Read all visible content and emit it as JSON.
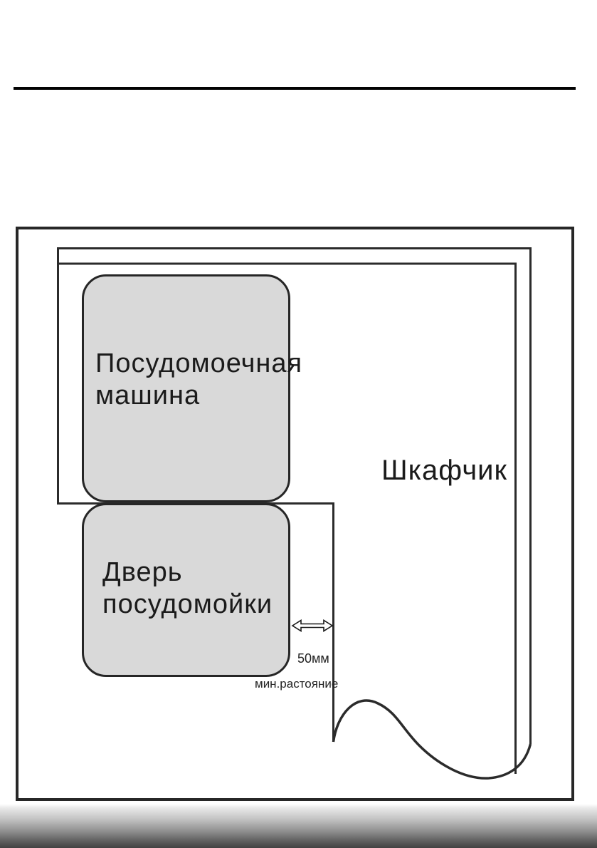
{
  "diagram": {
    "dishwasher": {
      "label": "Посудомоечная\nмашина"
    },
    "dishwasher_door": {
      "label": "Дверь\nпосудомойки"
    },
    "cabinet": {
      "label": "Шкафчик"
    },
    "clearance": {
      "value": "50мм",
      "caption": "мин.растояние",
      "icon": "double-arrow-icon"
    }
  },
  "colors": {
    "box_fill": "#d9d9d9",
    "box_border": "#262626",
    "line": "#2b2b2b",
    "text": "#1b1b1b",
    "rule": "#030303"
  }
}
